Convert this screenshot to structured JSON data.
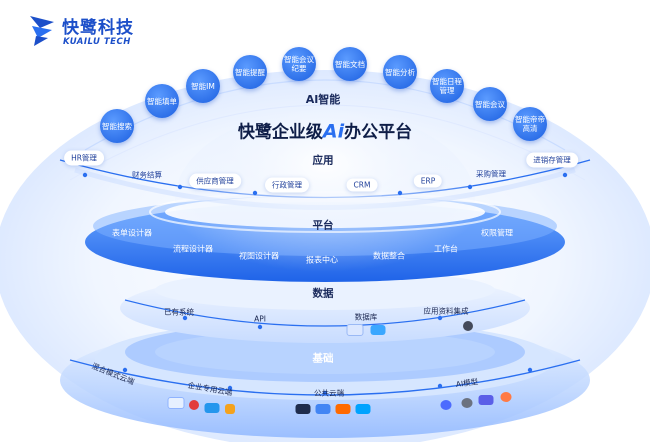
{
  "brand": {
    "name": "快鹭科技",
    "sub": "KUAILU TECH"
  },
  "ai_section": {
    "title": "AI智能",
    "bubbles": [
      "智能搜索",
      "智能填单",
      "智能IM",
      "智能提醒",
      "智能会议纪要",
      "智能文档",
      "智能分析",
      "智能日程管理",
      "智能会议",
      "智能帝帝高清"
    ]
  },
  "headline": {
    "pre": "快鹭企业级",
    "ai": "Ai",
    "post": "办公平台"
  },
  "app_section": {
    "title": "应用",
    "pills": [
      "HR管理",
      "财务结算",
      "供应商管理",
      "行政管理",
      "CRM",
      "ERP",
      "采购管理",
      "进销存管理"
    ]
  },
  "platform_section": {
    "title": "平台",
    "items": [
      "表单设计器",
      "流程设计器",
      "视图设计器",
      "报表中心",
      "数据整合",
      "工作台",
      "权限管理"
    ]
  },
  "data_section": {
    "title": "数据",
    "items": [
      "已有系统",
      "API",
      "数据库",
      "应用资料集成"
    ]
  },
  "base_section": {
    "title": "基础",
    "items": [
      "混合模式云端",
      "企业专用云端",
      "公共云端",
      "AI模型"
    ],
    "icon_names": [
      "cloud-provider-icons"
    ]
  },
  "colors": {
    "accent": "#2a6ff0",
    "deep": "#1c4fc9",
    "light": "#dce9ff"
  }
}
